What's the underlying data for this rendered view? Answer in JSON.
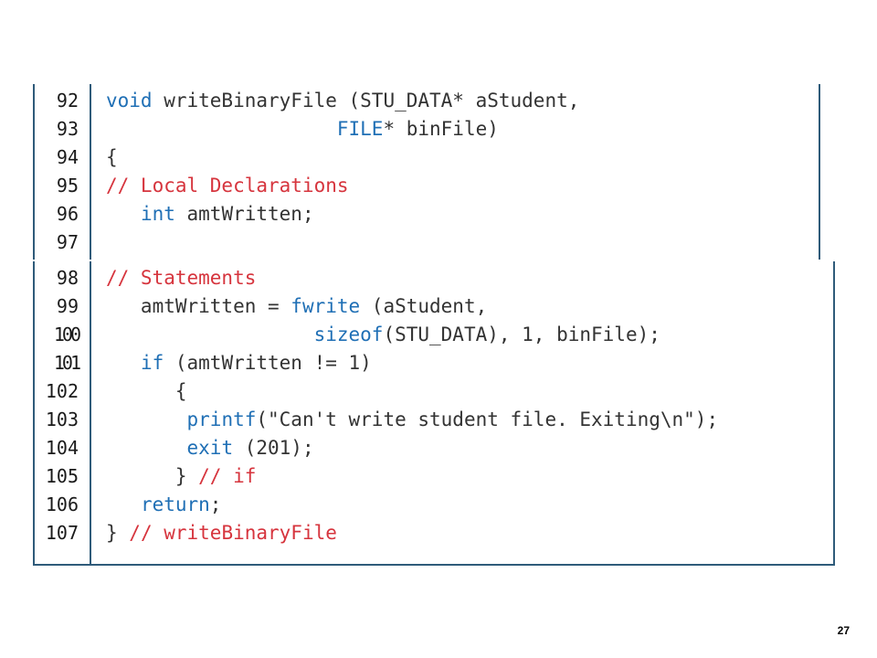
{
  "code": {
    "lines": [
      {
        "num": "92",
        "parts": [
          {
            "t": "kw",
            "s": "void"
          },
          {
            "t": "tx",
            "s": " writeBinaryFile (STU_DATA* aStudent,"
          }
        ]
      },
      {
        "num": "93",
        "parts": [
          {
            "t": "tx",
            "s": "                    "
          },
          {
            "t": "kw",
            "s": "FILE"
          },
          {
            "t": "tx",
            "s": "* binFile)"
          }
        ]
      },
      {
        "num": "94",
        "parts": [
          {
            "t": "tx",
            "s": "{"
          }
        ]
      },
      {
        "num": "95",
        "parts": [
          {
            "t": "cm",
            "s": "// Local Declarations"
          }
        ]
      },
      {
        "num": "96",
        "parts": [
          {
            "t": "tx",
            "s": "   "
          },
          {
            "t": "kw",
            "s": "int"
          },
          {
            "t": "tx",
            "s": " amtWritten;"
          }
        ]
      },
      {
        "num": "97",
        "parts": [
          {
            "t": "tx",
            "s": ""
          }
        ]
      },
      {
        "num": "98",
        "parts": [
          {
            "t": "cm",
            "s": "// Statements"
          }
        ]
      },
      {
        "num": "99",
        "parts": [
          {
            "t": "tx",
            "s": "   amtWritten = "
          },
          {
            "t": "kw",
            "s": "fwrite"
          },
          {
            "t": "tx",
            "s": " (aStudent,"
          }
        ]
      },
      {
        "num": "100",
        "parts": [
          {
            "t": "tx",
            "s": "                  "
          },
          {
            "t": "kw",
            "s": "sizeof"
          },
          {
            "t": "tx",
            "s": "(STU_DATA), 1, binFile);"
          }
        ]
      },
      {
        "num": "101",
        "parts": [
          {
            "t": "tx",
            "s": "   "
          },
          {
            "t": "kw",
            "s": "if"
          },
          {
            "t": "tx",
            "s": " (amtWritten != 1)"
          }
        ]
      },
      {
        "num": "102",
        "parts": [
          {
            "t": "tx",
            "s": "      {"
          }
        ]
      },
      {
        "num": "103",
        "parts": [
          {
            "t": "tx",
            "s": "       "
          },
          {
            "t": "kw",
            "s": "printf"
          },
          {
            "t": "tx",
            "s": "(\"Can't write student file. Exiting\\n\");"
          }
        ]
      },
      {
        "num": "104",
        "parts": [
          {
            "t": "tx",
            "s": "       "
          },
          {
            "t": "kw",
            "s": "exit"
          },
          {
            "t": "tx",
            "s": " (201);"
          }
        ]
      },
      {
        "num": "105",
        "parts": [
          {
            "t": "tx",
            "s": "      } "
          },
          {
            "t": "cm",
            "s": "// if"
          }
        ]
      },
      {
        "num": "106",
        "parts": [
          {
            "t": "tx",
            "s": "   "
          },
          {
            "t": "kw",
            "s": "return"
          },
          {
            "t": "tx",
            "s": ";"
          }
        ]
      },
      {
        "num": "107",
        "parts": [
          {
            "t": "tx",
            "s": "} "
          },
          {
            "t": "cm",
            "s": "// writeBinaryFile"
          }
        ]
      }
    ]
  },
  "colors": {
    "keyword": "#1f6fb5",
    "comment": "#d6343d",
    "text": "#333333",
    "border": "#2f5b7a"
  },
  "page_number": "27"
}
